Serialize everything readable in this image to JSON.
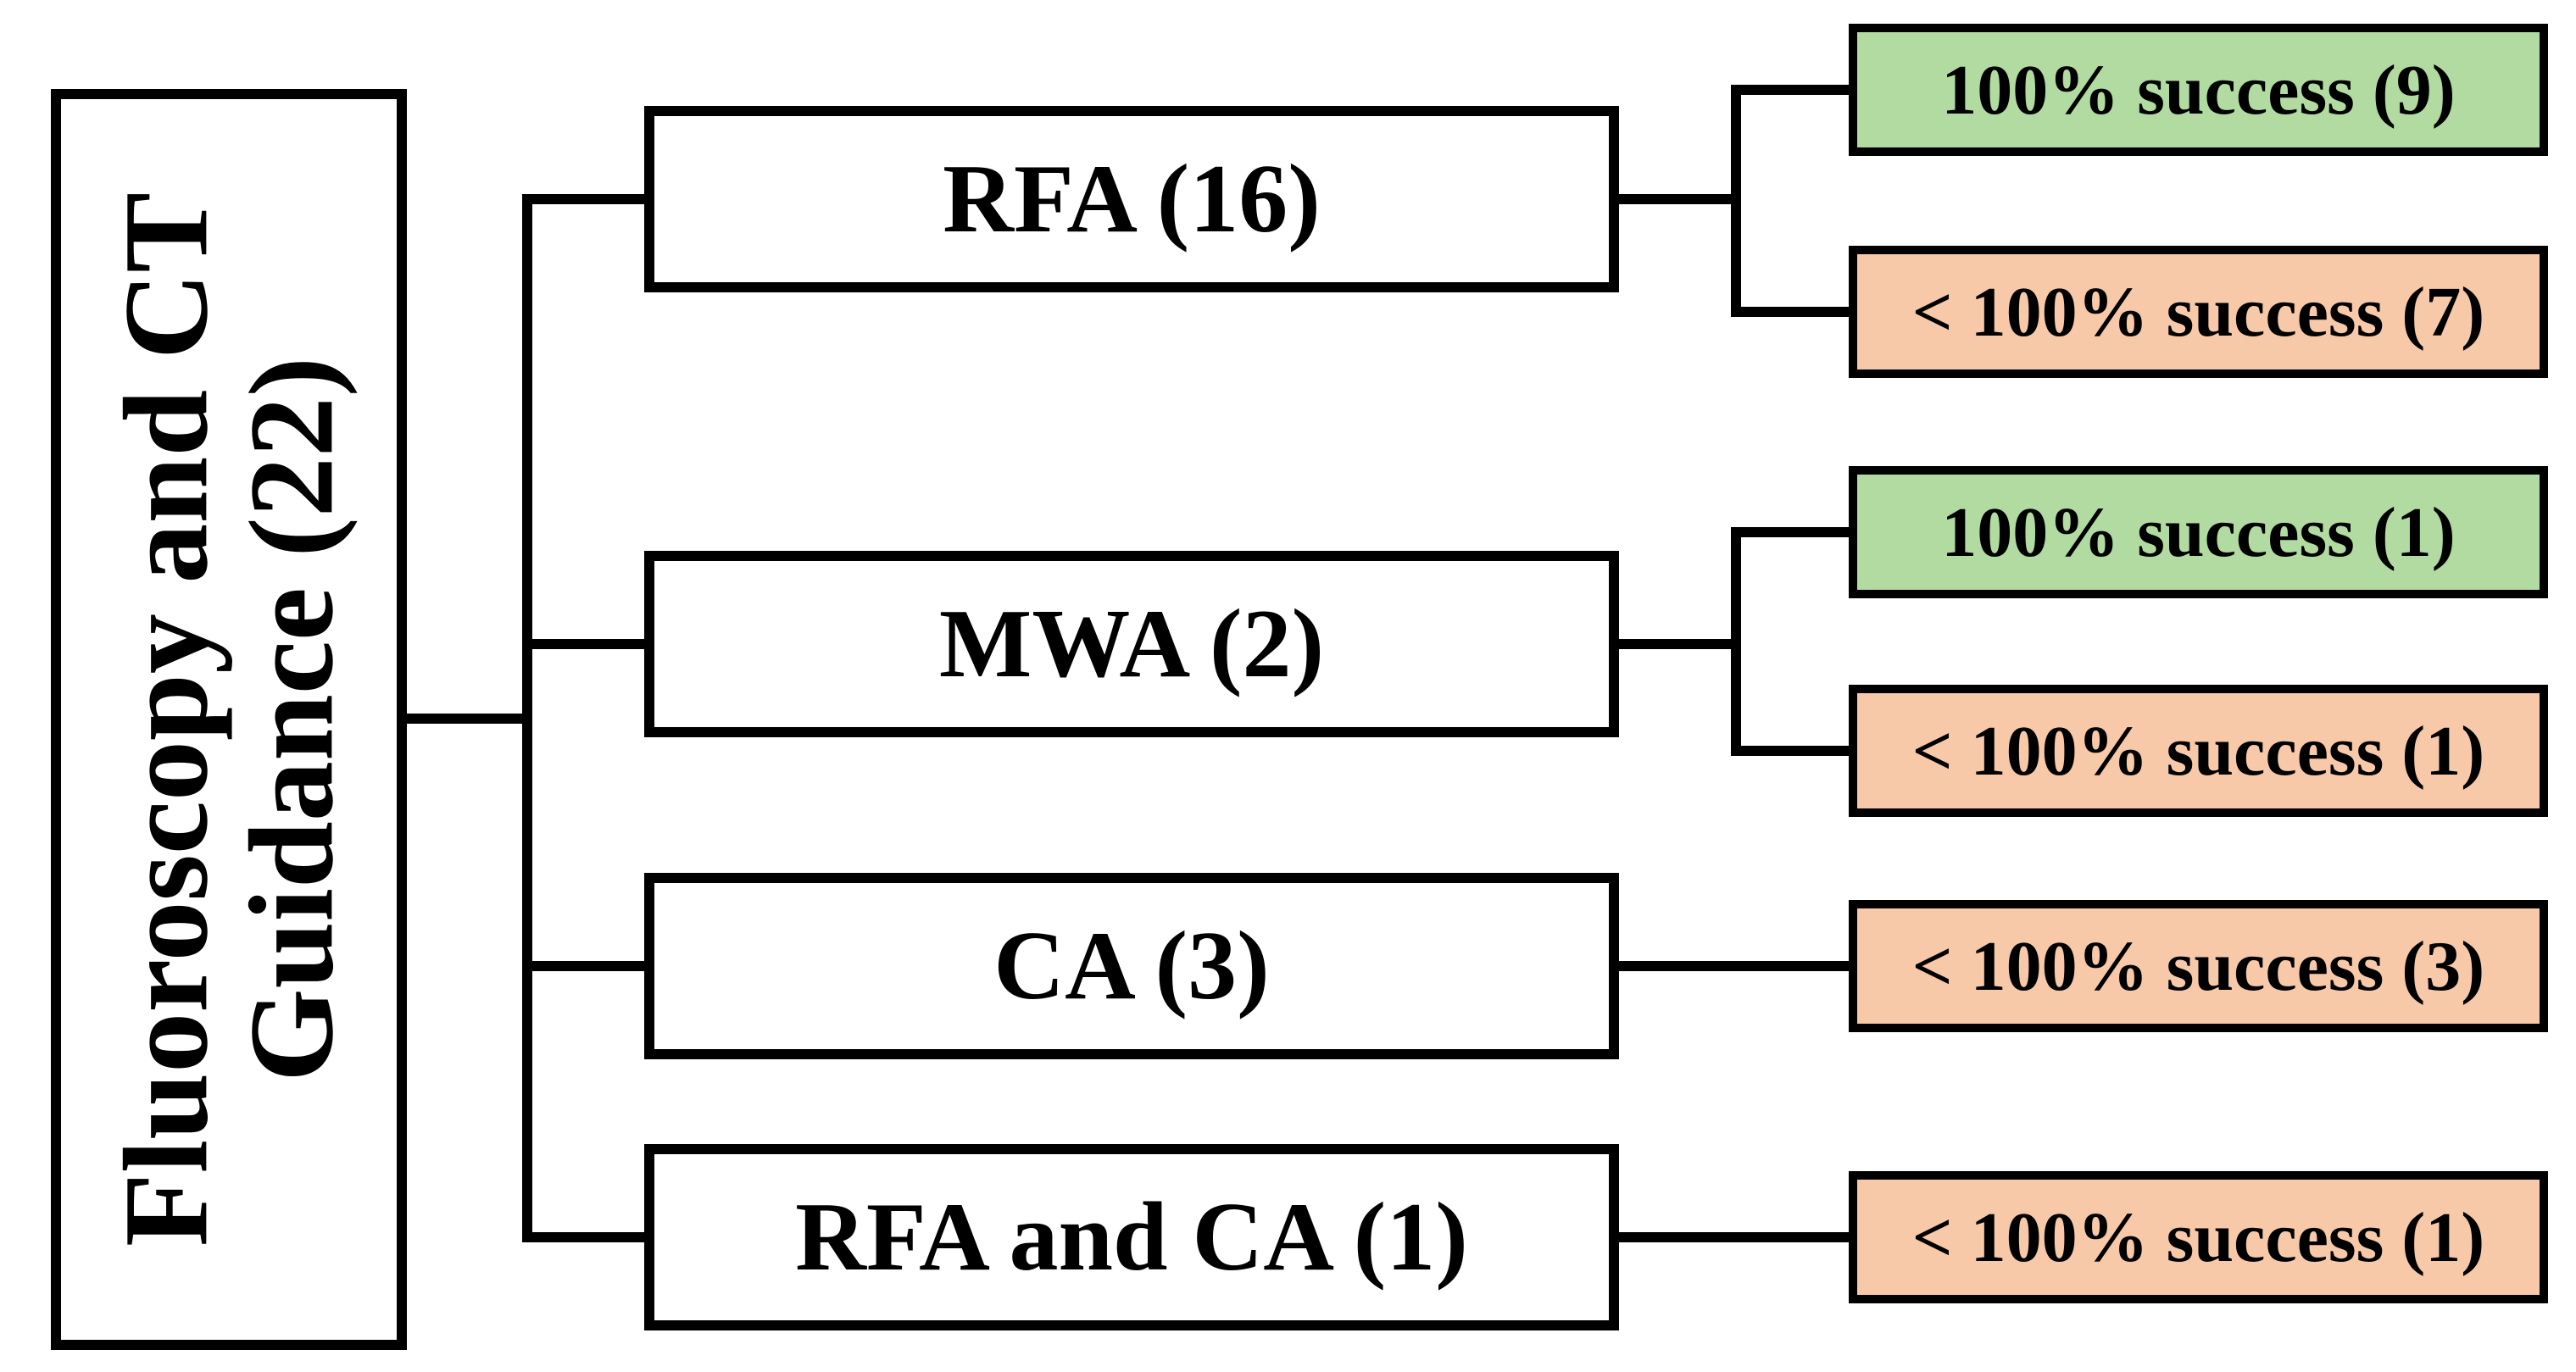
{
  "colors": {
    "success_fill": "#b1dba0",
    "below_fill": "#f7c9a9",
    "node_fill": "#ffffff",
    "line": "#000000"
  },
  "root": {
    "label": "Fluoroscopy and CT Guidance (22)",
    "label_lines": [
      "Fluoroscopy and CT",
      "Guidance (22)"
    ],
    "count": 22
  },
  "branches": [
    {
      "label": "RFA (16)",
      "count": 16,
      "outcomes": [
        {
          "label": "100% success (9)",
          "status": "success",
          "count": 9
        },
        {
          "label": "< 100% success (7)",
          "status": "below",
          "count": 7
        }
      ]
    },
    {
      "label": "MWA (2)",
      "count": 2,
      "outcomes": [
        {
          "label": "100% success (1)",
          "status": "success",
          "count": 1
        },
        {
          "label": "< 100% success (1)",
          "status": "below",
          "count": 1
        }
      ]
    },
    {
      "label": "CA (3)",
      "count": 3,
      "outcomes": [
        {
          "label": "< 100% success (3)",
          "status": "below",
          "count": 3
        }
      ]
    },
    {
      "label": "RFA and CA (1)",
      "count": 1,
      "outcomes": [
        {
          "label": "< 100% success (1)",
          "status": "below",
          "count": 1
        }
      ]
    }
  ]
}
